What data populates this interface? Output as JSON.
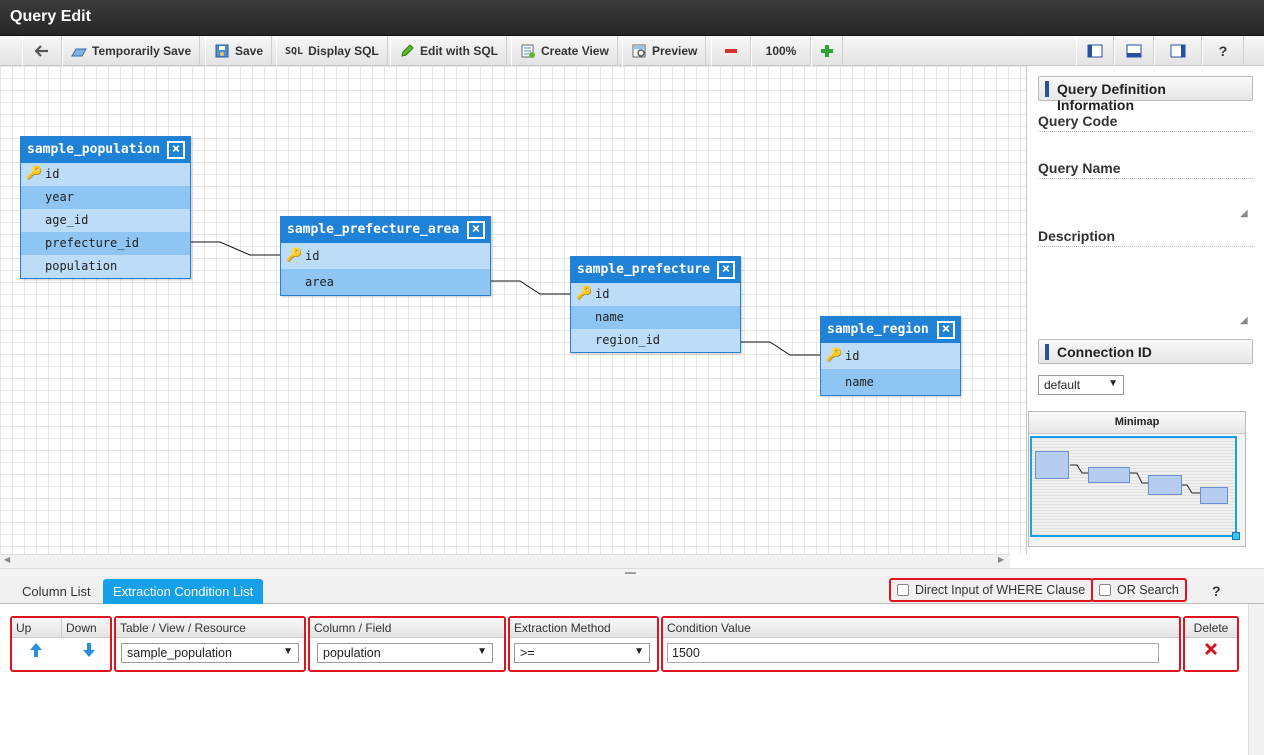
{
  "window": {
    "title": "Query Edit"
  },
  "toolbar": {
    "back_icon": "arrow-left-icon",
    "temp_save": "Temporarily Save",
    "save": "Save",
    "display_sql_prefix": "SQL",
    "display_sql": "Display SQL",
    "edit_sql": "Edit with SQL",
    "create_view": "Create View",
    "preview": "Preview",
    "zoom_out_icon": "minus-icon",
    "zoom": "100%",
    "zoom_in_icon": "plus-icon",
    "help": "?"
  },
  "tables": [
    {
      "name": "sample_population",
      "fields": [
        "id",
        "year",
        "age_id",
        "prefecture_id",
        "population"
      ]
    },
    {
      "name": "sample_prefecture_area",
      "fields": [
        "id",
        "area"
      ]
    },
    {
      "name": "sample_prefecture",
      "fields": [
        "id",
        "name",
        "region_id"
      ]
    },
    {
      "name": "sample_region",
      "fields": [
        "id",
        "name"
      ]
    }
  ],
  "side": {
    "query_def_info": "Query Definition Information",
    "query_code": "Query Code",
    "query_name": "Query Name",
    "description": "Description",
    "connection_id": "Connection ID",
    "connection_value": "default",
    "minimap": "Minimap"
  },
  "tabs": {
    "column_list": "Column List",
    "extraction_condition_list": "Extraction Condition List"
  },
  "options": {
    "direct_where": "Direct Input of WHERE Clause",
    "or_search": "OR Search",
    "help": "?"
  },
  "condition": {
    "headers": {
      "up": "Up",
      "down": "Down",
      "table": "Table / View / Resource",
      "column": "Column / Field",
      "method": "Extraction Method",
      "value": "Condition Value",
      "delete": "Delete"
    },
    "row": {
      "table": "sample_population",
      "column": "population",
      "method": ">=",
      "value": "1500"
    }
  },
  "colors": {
    "accent": "#1f82d6",
    "active_tab": "#16a0e8",
    "highlight_border": "#e0141e"
  }
}
